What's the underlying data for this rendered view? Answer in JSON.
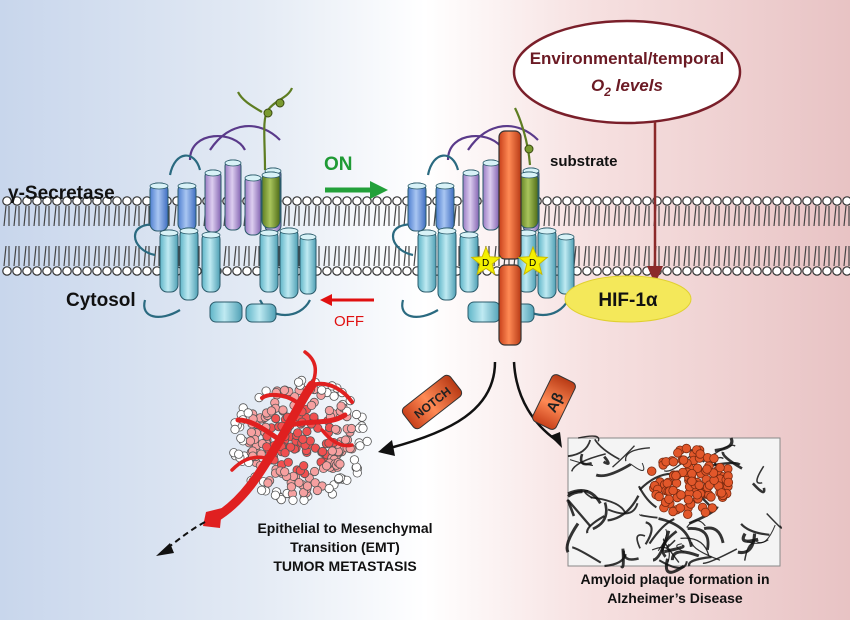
{
  "labels": {
    "secretase": "γ-Secretase",
    "cytosol": "Cytosol",
    "on": "ON",
    "off": "OFF",
    "substrate": "substrate",
    "hif": "HIF-1α",
    "env_line1": "Environmental/temporal",
    "env_o": "O",
    "env_sub": "2",
    "env_levels": " levels",
    "domain_d": "D",
    "notch": "NOTCH",
    "abeta": "Aβ",
    "emt_line1": "Epithelial to Mesenchymal",
    "emt_line2": "Transition (EMT)",
    "emt_line3": "TUMOR METASTASIS",
    "amyloid_line1": "Amyloid plaque formation in",
    "amyloid_line2": "Alzheimer’s Disease"
  },
  "colors": {
    "on_arrow": "#22a03a",
    "off_arrow": "#e01010",
    "substrate_rod": "#ee5522",
    "hif_ellipse": "#f4e85a",
    "env_border": "#7a1f2a",
    "oxygen_arrow": "#8b2a2a",
    "helix_cyan": "#7fcfe0",
    "helix_blue": "#6f9be0",
    "helix_purple": "#b59ad6",
    "helix_olive": "#7a9a30",
    "vessel_red": "#e02020",
    "plaque_orange": "#e2572a"
  }
}
